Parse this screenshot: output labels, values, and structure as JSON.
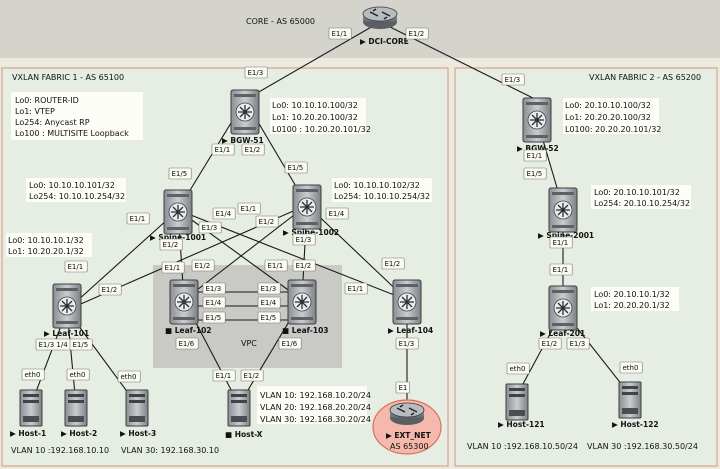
{
  "core": {
    "label": "CORE - AS 65000",
    "router": "DCI-CORE",
    "ifs": [
      "E1/1",
      "E1/2"
    ]
  },
  "fabric1": {
    "label": "VXLAN FABRIC 1 - AS 65100",
    "legend": [
      "Lo0: ROUTER-ID",
      "Lo1: VTEP",
      "Lo254: Anycast RP",
      "Lo100 : MULTISITE Loopback"
    ],
    "bgw": {
      "name": "BGW-51",
      "info": [
        "Lo0: 10.10.10.100/32",
        "Lo1: 10.20.20.100/32",
        "L0100 : 10.20.20.101/32"
      ]
    },
    "spine1": {
      "name": "Spine-1001",
      "info": [
        "Lo0: 10.10.10.101/32",
        "Lo254: 10.10.10.254/32"
      ]
    },
    "spine2": {
      "name": "Spine-1002",
      "info": [
        "Lo0: 10.10.10.102/32",
        "Lo254: 10.10.10.254/32"
      ]
    },
    "leaf101": {
      "name": "Leaf-101",
      "info": [
        "Lo0: 10.10.10.1/32",
        "Lo1: 10.20.20.1/32"
      ]
    },
    "leaf102": {
      "name": "Leaf-102"
    },
    "leaf103": {
      "name": "Leaf-103"
    },
    "leaf104": {
      "name": "Leaf-104"
    },
    "vpc": "VPC",
    "hosts": [
      "Host-1",
      "Host-2",
      "Host-3",
      "Host-X"
    ],
    "hostx_vlans": [
      "VLAN 10: 192.168.10.20/24",
      "VLAN 20: 192.168.20.20/24",
      "VLAN 30: 192.168.30.20/24"
    ],
    "vlan_bottom_left": "VLAN 10 :192.168.10.10",
    "vlan_bottom_mid": "VLAN 30: 192.168.30.10",
    "ext": {
      "name": "EXT_NET",
      "as": "AS 65300"
    }
  },
  "fabric2": {
    "label": "VXLAN FABRIC 2 - AS 65200",
    "bgw": {
      "name": "BGW-52",
      "info": [
        "Lo0: 20.10.10.100/32",
        "Lo1: 20.20.20.100/32",
        "L0100: 20.20.20.101/32"
      ]
    },
    "spine": {
      "name": "Spine-2001",
      "info": [
        "Lo0: 20.10.10.101/32",
        "Lo254: 20.10.10.254/32"
      ]
    },
    "leaf": {
      "name": "Leaf-201",
      "info": [
        "Lo0: 20.10.10.1/32",
        "Lo1: 20.20.20.1/32"
      ]
    },
    "hosts": [
      "Host-121",
      "Host-122"
    ],
    "vlan_left": "VLAN 10 :192.168.10.50/24",
    "vlan_right": "VLAN 30 :192.168.30.50/24"
  },
  "ifaces": {
    "e11": "E1/1",
    "e12": "E1/2",
    "e13": "E1/3",
    "e14": "E1/4",
    "e15": "E1/5",
    "e16": "E1/6",
    "e1": "E1",
    "e13_14": "E1/3 1/4",
    "eth0": "eth0"
  }
}
